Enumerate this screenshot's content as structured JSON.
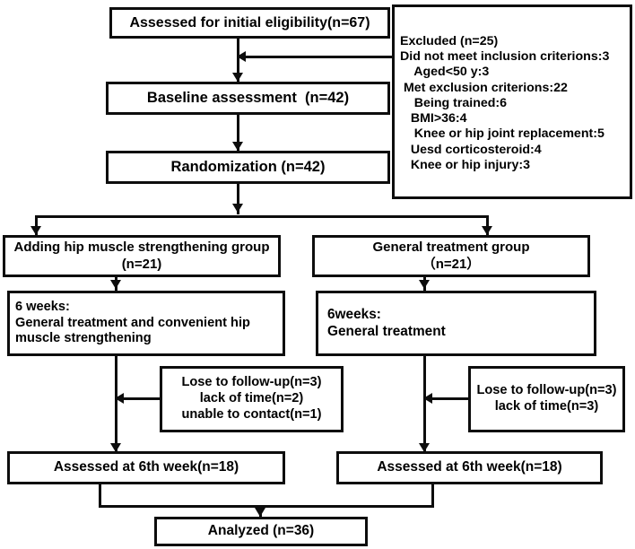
{
  "figure": {
    "type": "flowchart",
    "title": "CONSORT participant flow diagram"
  },
  "nodes": {
    "assessed_eligibility": {
      "lines": [
        "Assessed for initial eligibility(n=67)"
      ]
    },
    "excluded": {
      "lines": [
        "Excluded (n=25)",
        "Did not meet inclusion criterions:3",
        "    Aged<50 y:3",
        " Met exclusion criterions:22",
        "    Being trained:6",
        "   BMI>36:4",
        "    Knee or hip joint replacement:5",
        "   Uesd corticosteroid:4",
        "   Knee or hip injury:3"
      ]
    },
    "baseline": {
      "lines": [
        "Baseline assessment  (n=42)"
      ]
    },
    "randomization": {
      "lines": [
        "Randomization (n=42)"
      ]
    },
    "group_intervention": {
      "lines": [
        "Adding hip muscle strengthening group",
        "(n=21)"
      ]
    },
    "group_control": {
      "lines": [
        "General treatment group",
        "（n=21）"
      ]
    },
    "intervention_protocol": {
      "lines": [
        "6 weeks:",
        "General treatment and convenient hip",
        "muscle strengthening"
      ]
    },
    "control_protocol": {
      "lines": [
        "6weeks:",
        "General treatment"
      ]
    },
    "loss_intervention": {
      "lines": [
        "Lose to follow-up(n=3)",
        "lack of time(n=2)",
        "unable to contact(n=1)"
      ]
    },
    "loss_control": {
      "lines": [
        "Lose to follow-up(n=3)",
        "lack of time(n=3)"
      ]
    },
    "assessed_week6_intervention": {
      "lines": [
        "Assessed at 6th week(n=18)"
      ]
    },
    "assessed_week6_control": {
      "lines": [
        "Assessed at 6th week(n=18)"
      ]
    },
    "analyzed": {
      "lines": [
        "Analyzed (n=36)"
      ]
    }
  },
  "chart_data": {
    "type": "flowchart",
    "counts": {
      "assessed_for_initial_eligibility": 67,
      "excluded_total": 25,
      "did_not_meet_inclusion_criterions": 3,
      "aged_under_50y": 3,
      "met_exclusion_criterions": 22,
      "being_trained": 6,
      "bmi_over_36": 4,
      "knee_or_hip_joint_replacement": 5,
      "used_corticosteroid": 4,
      "knee_or_hip_injury": 3,
      "baseline_assessment": 42,
      "randomization": 42,
      "adding_hip_muscle_strengthening_group": 21,
      "general_treatment_group": 21,
      "loss_intervention_total": 3,
      "loss_intervention_lack_of_time": 2,
      "loss_intervention_unable_to_contact": 1,
      "loss_control_total": 3,
      "loss_control_lack_of_time": 3,
      "assessed_at_6th_week_intervention": 18,
      "assessed_at_6th_week_control": 18,
      "analyzed": 36
    },
    "colors": {
      "stroke": "#0d0d0d",
      "fill": "#ffffff",
      "text": "#000000"
    }
  }
}
